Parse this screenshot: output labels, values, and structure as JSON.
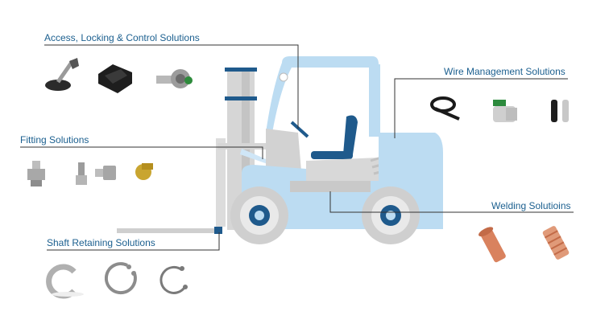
{
  "labels": {
    "access": "Access, Locking & Control Solutions",
    "wire": "Wire Management Solutions",
    "fitting": "Fitting Solutions",
    "welding": "Welding Solutioins",
    "shaft": "Shaft Retaining Solutions"
  },
  "colors": {
    "label_text": "#1b5f8f",
    "forklift_body": "#bcdcf2",
    "forklift_dark": "#1f5a8c",
    "engine_grey": "#d5d5d5",
    "leader_line": "#333333",
    "copper": "#d9825e"
  },
  "product_icons": {
    "access": [
      "leveling-foot-icon",
      "cable-clip-icon",
      "cam-lock-icon"
    ],
    "wire": [
      "cable-tie-icon",
      "cable-gland-icon",
      "wire-sleeve-icon"
    ],
    "fitting": [
      "grease-nipple-icon",
      "push-fit-nipple-icon",
      "brass-nipple-icon"
    ],
    "welding": [
      "weld-stud-icon",
      "threaded-weld-stud-icon"
    ],
    "shaft": [
      "e-clip-icon",
      "external-circlip-icon",
      "internal-circlip-icon"
    ]
  }
}
